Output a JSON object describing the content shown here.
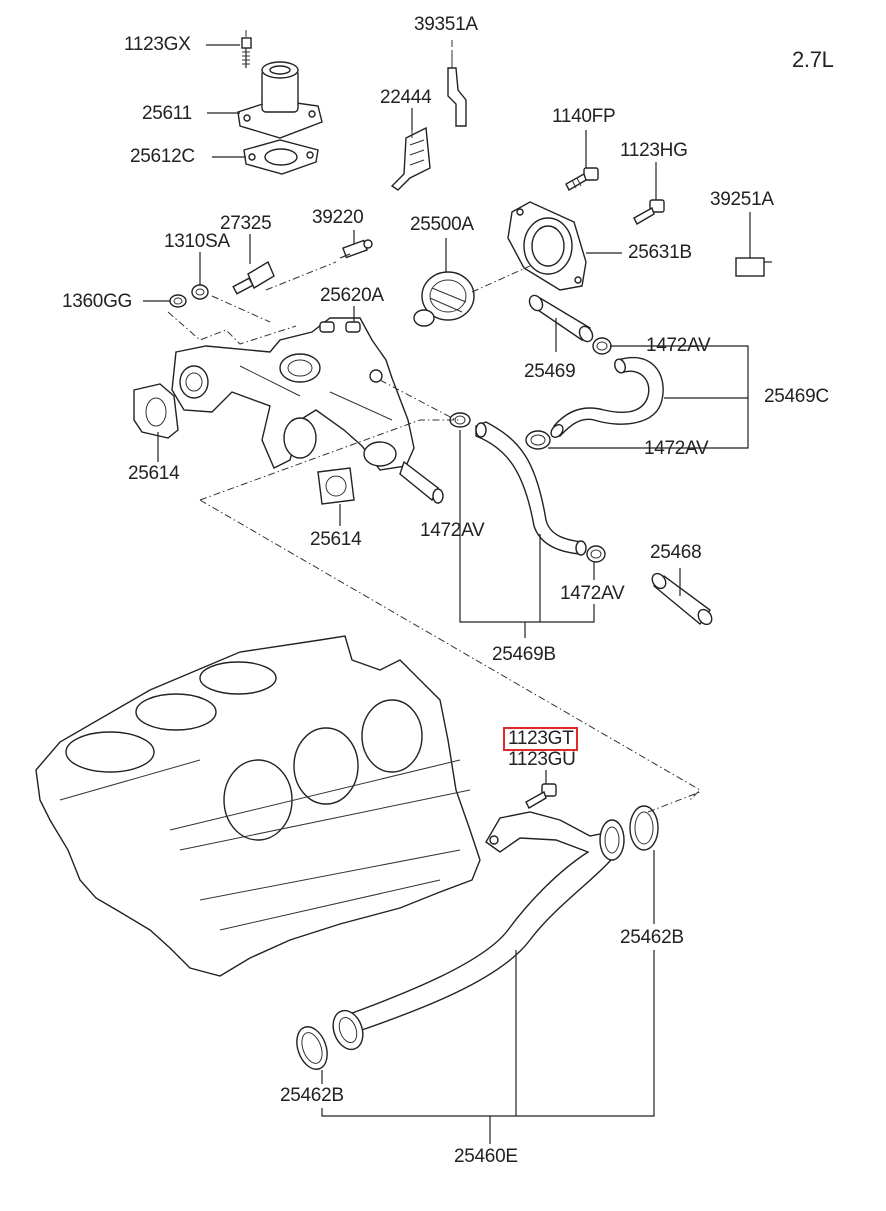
{
  "engine": "2.7L",
  "labels": {
    "p1123GX": "1123GX",
    "p39351A": "39351A",
    "p25611": "25611",
    "p22444": "22444",
    "p25612C": "25612C",
    "p1140FP": "1140FP",
    "p1123HG": "1123HG",
    "p39251A": "39251A",
    "p27325": "27325",
    "p39220": "39220",
    "p1310SA": "1310SA",
    "p25500A": "25500A",
    "p25631B": "25631B",
    "p1360GG": "1360GG",
    "p25620A": "25620A",
    "p1472AV_a": "1472AV",
    "p25469": "25469",
    "p25469C": "25469C",
    "p25614_a": "25614",
    "p1472AV_b": "1472AV",
    "p25614_b": "25614",
    "p1472AV_c": "1472AV",
    "p25468": "25468",
    "p1472AV_d": "1472AV",
    "p25469B": "25469B",
    "p1123GT": "1123GT",
    "p1123GU": "1123GU",
    "p25462B_a": "25462B",
    "p25462B_b": "25462B",
    "p25460E": "25460E"
  },
  "highlight_color": "#e0282d"
}
